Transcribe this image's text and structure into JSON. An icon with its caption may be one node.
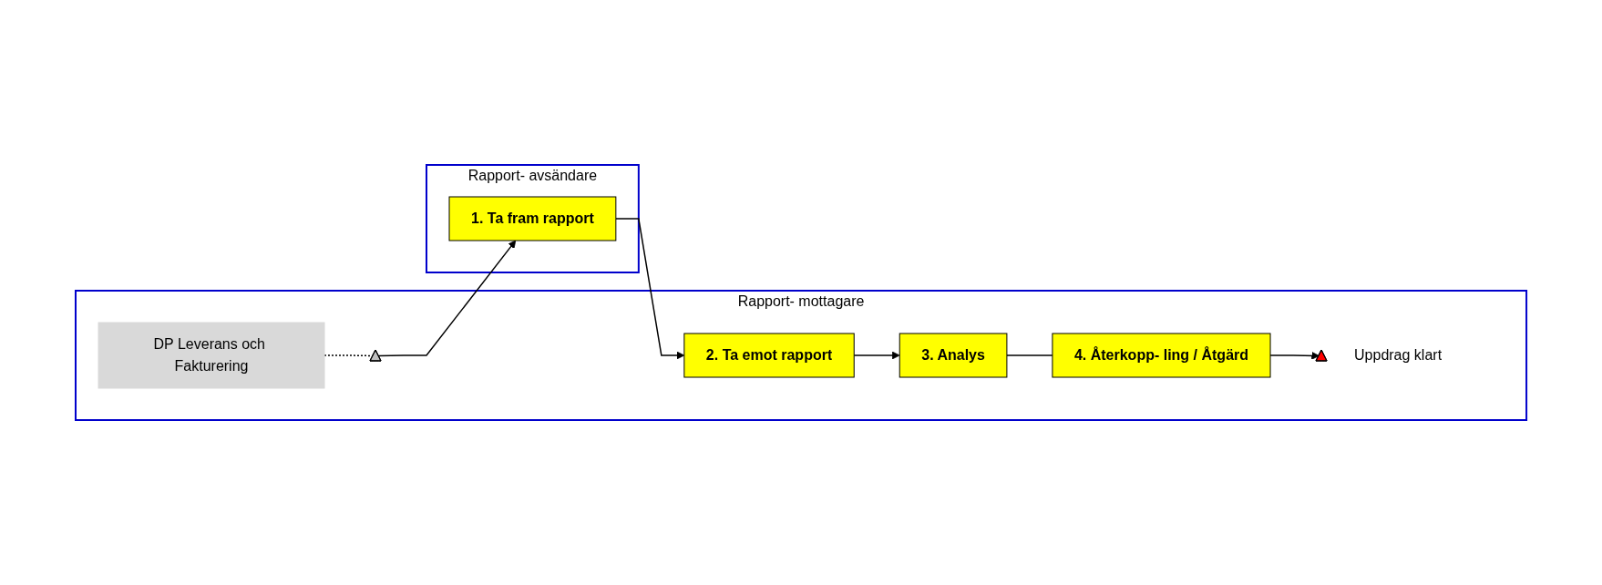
{
  "diagram": {
    "nodes": [
      {
        "text": [
          "Rapport- mottagare"
        ]
      },
      {
        "text": [
          "DP Leverans och Fakturering"
        ],
        "in": 0
      },
      {
        "text": [],
        "shape": "triangle",
        "in": 0
      },
      {
        "text": [
          "2. Ta emot rapport"
        ],
        "in": 0
      },
      {
        "text": [
          "3. Analys"
        ],
        "in": 0
      },
      {
        "text": [
          "4. Återkopp- ling / Åtgärd"
        ],
        "in": 0
      },
      {
        "text": [],
        "shape": "triangle",
        "in": 0,
        "beside": [
          "Uppdrag klart"
        ]
      },
      {
        "text": [
          "Rapport- avsändare"
        ]
      },
      {
        "text": [
          "1. Ta fram rapport"
        ],
        "in": 7
      }
    ],
    "edges": [
      {
        "from": 1,
        "to": 2,
        "arrow": "none",
        "style": "dashed"
      },
      {
        "from": 2,
        "to": 8,
        "arrow": "to"
      },
      {
        "from": 8,
        "to": 3,
        "arrow": "to"
      },
      {
        "from": 3,
        "to": 4,
        "arrow": "to"
      },
      {
        "from": 4,
        "to": 5,
        "arrow": "none"
      },
      {
        "from": 5,
        "to": 6,
        "arrow": "to"
      }
    ]
  }
}
